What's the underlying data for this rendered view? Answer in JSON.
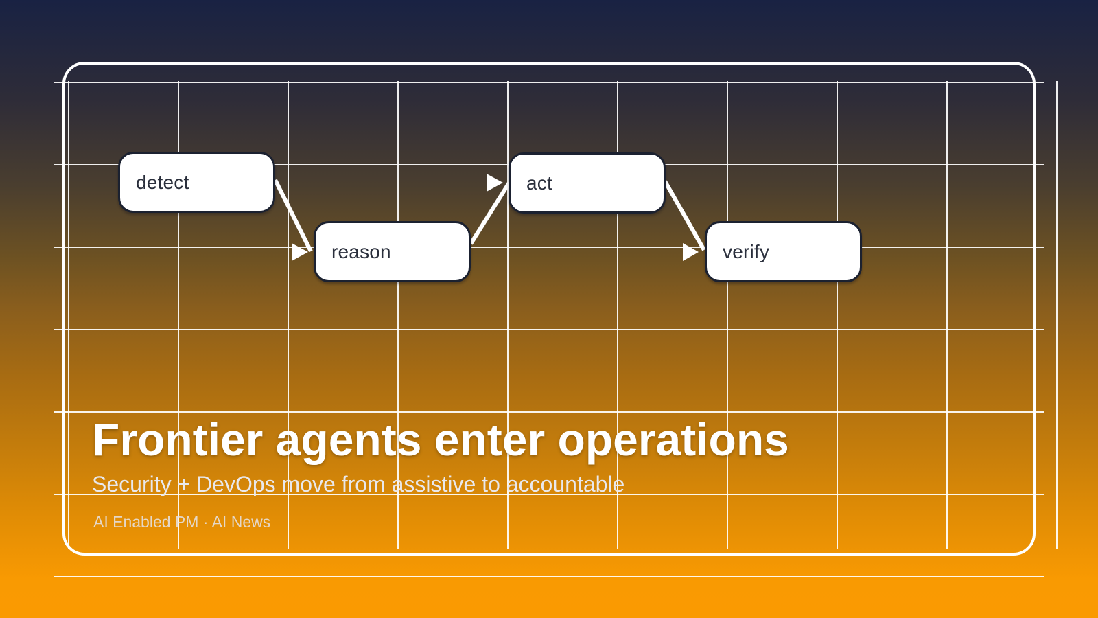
{
  "slide": {
    "title": "Frontier agents enter operations",
    "subtitle": "Security + DevOps move from assistive to accountable",
    "byline": "AI Enabled PM · AI News"
  },
  "diagram": {
    "nodes": [
      {
        "id": "detect",
        "label": "detect"
      },
      {
        "id": "reason",
        "label": "reason"
      },
      {
        "id": "act",
        "label": "act"
      },
      {
        "id": "verify",
        "label": "verify"
      }
    ]
  },
  "colors": {
    "background_top": "#192243",
    "background_mid": "#8a5e1d",
    "background_bottom": "#fa9a01",
    "grid_line": "#ffffff",
    "frame_border": "#ffffff",
    "node_fill": "#ffffff",
    "node_border": "#1b2130",
    "node_text": "#2a2f3c",
    "connector": "#ffffff",
    "title_text": "#ffffff",
    "subtitle_text": "#e9e8ec",
    "byline_text": "#e5e4ea"
  }
}
